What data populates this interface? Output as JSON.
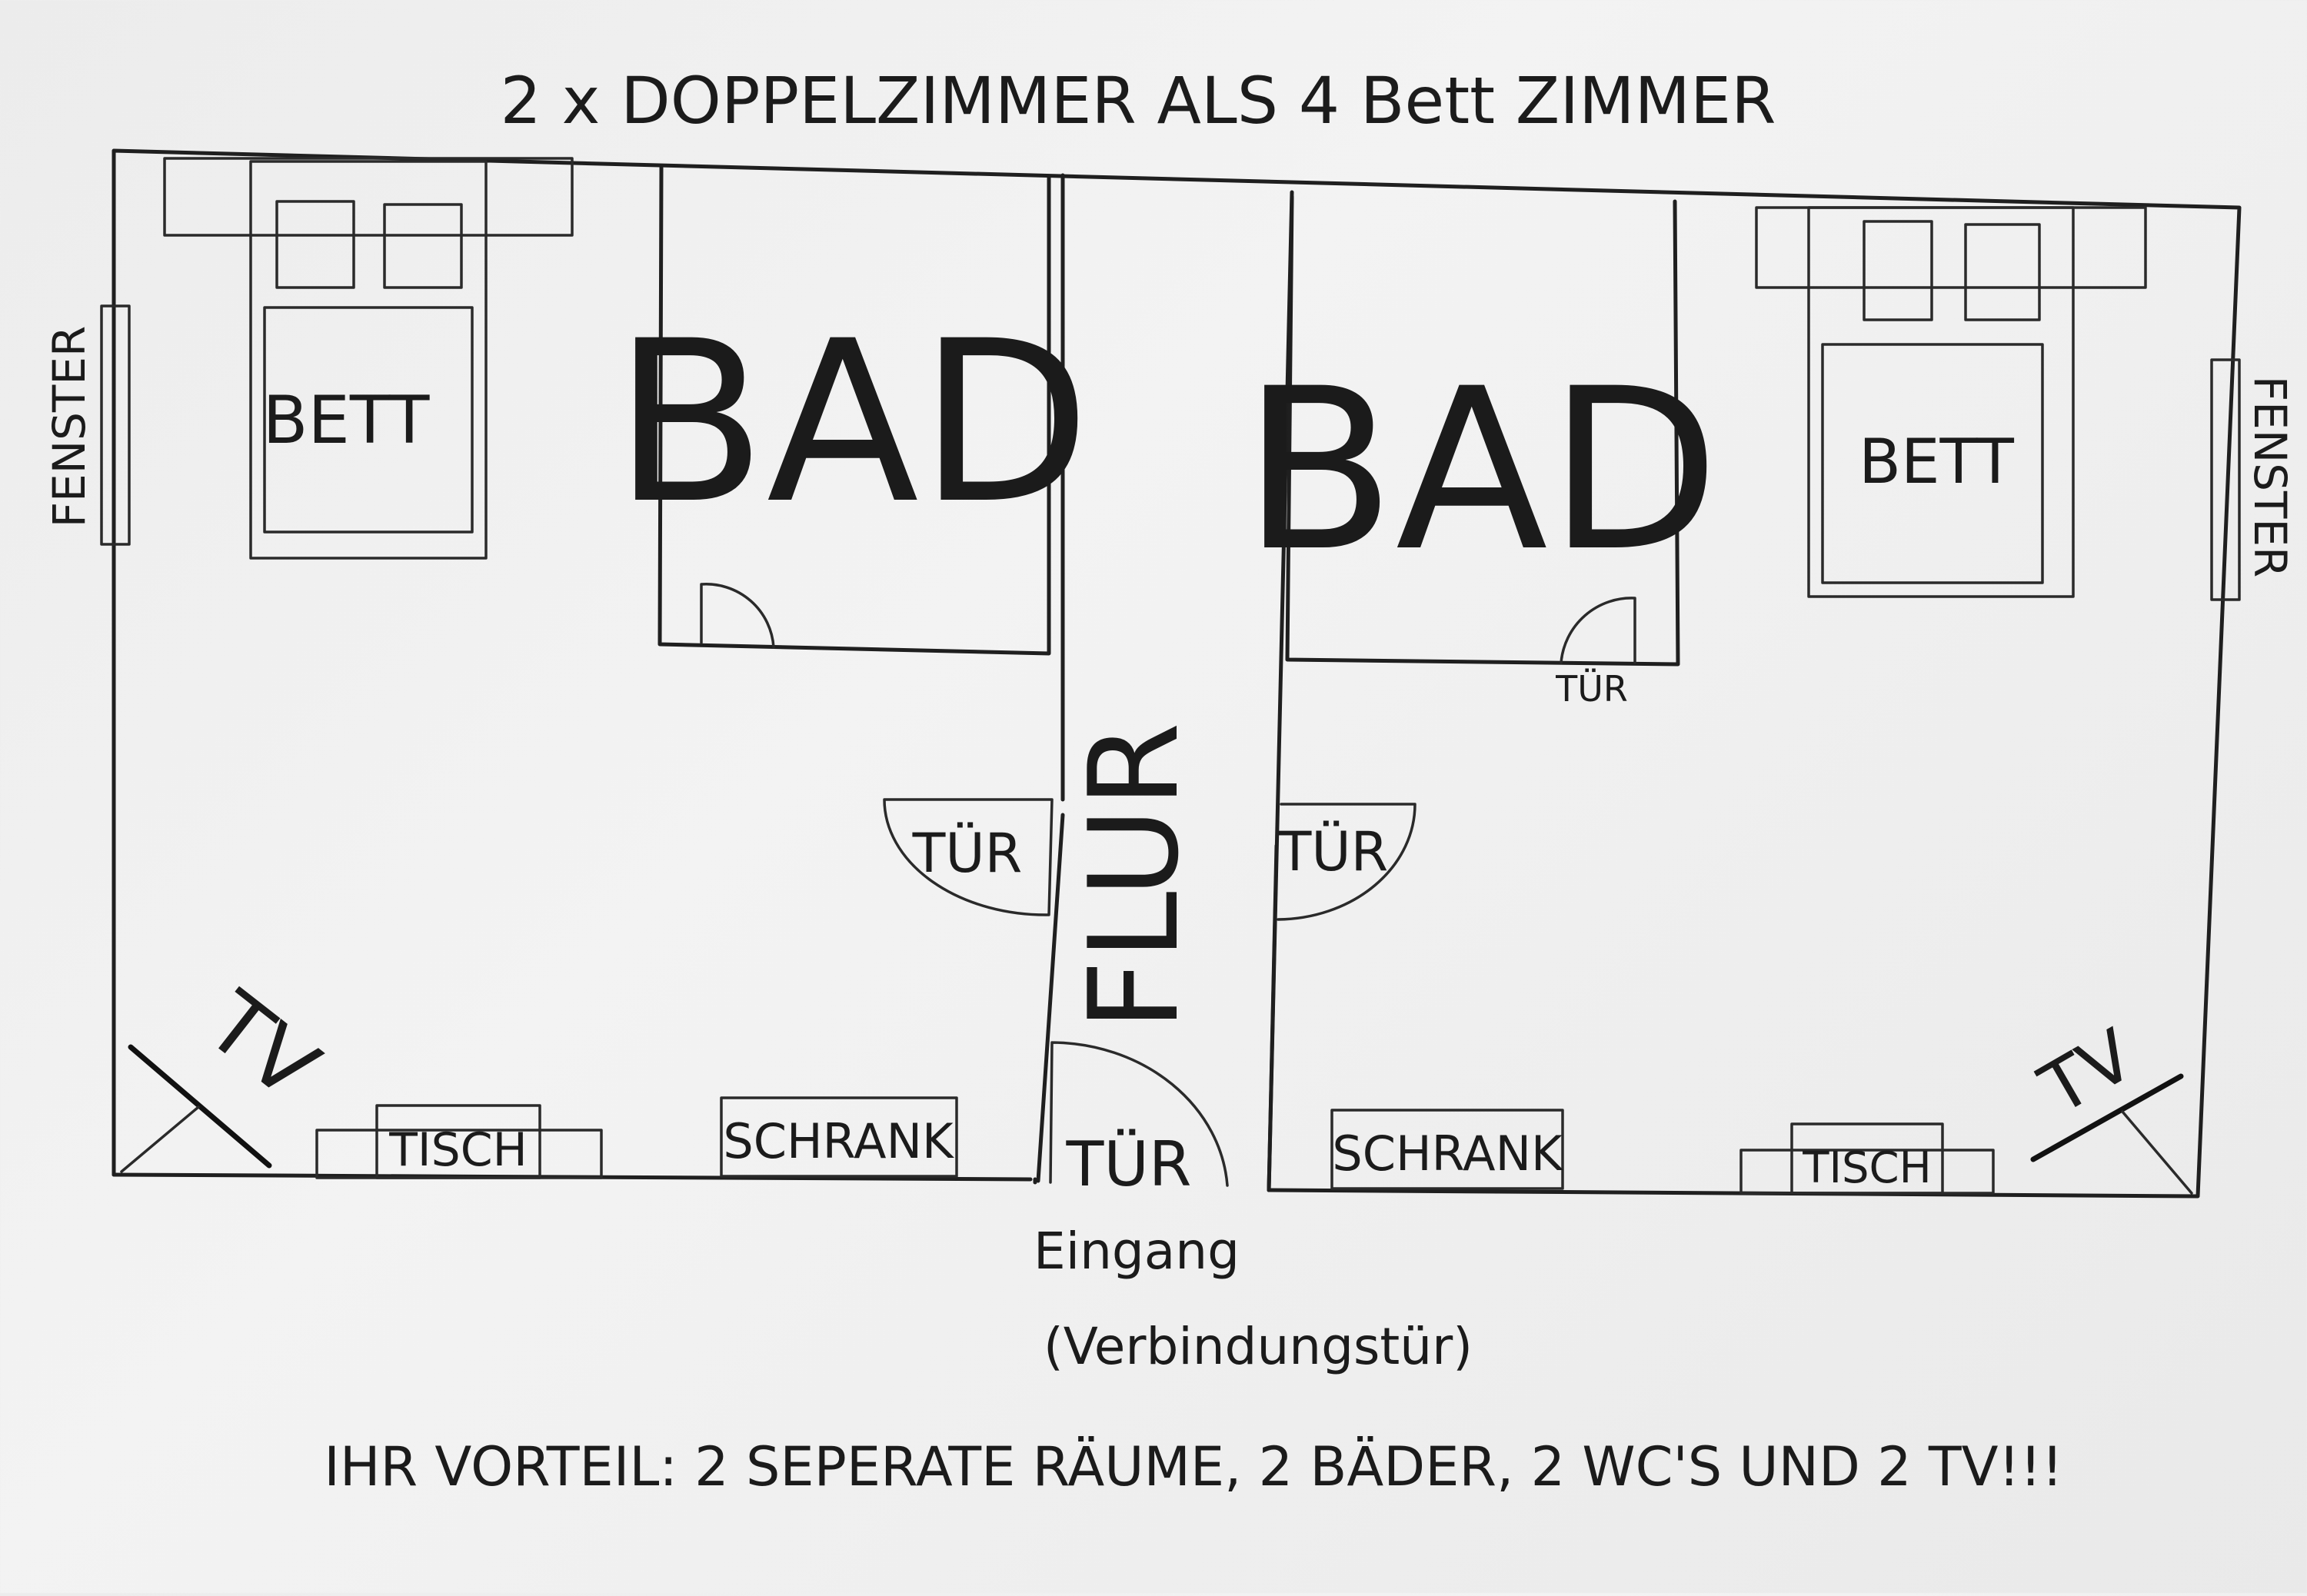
{
  "title": "2 x DOPPELZIMMER ALS 4 Bett ZIMMER",
  "rooms": {
    "left": {
      "window": "FENSTER",
      "bed": "BETT",
      "bath": "BAD",
      "door": "TÜR",
      "tv": "TV",
      "table": "TISCH",
      "wardrobe": "SCHRANK"
    },
    "right": {
      "window": "FENSTER",
      "bed": "BETT",
      "bath": "BAD",
      "bath_door": "TÜR",
      "door": "TÜR",
      "tv": "TV",
      "table": "TISCH",
      "wardrobe": "SCHRANK"
    }
  },
  "hall": {
    "label": "FLUR",
    "door": "TÜR"
  },
  "entrance": {
    "line1": "Eingang",
    "line2": "(Verbindungstür)"
  },
  "footer": "IHR VORTEIL: 2 SEPERATE RÄUME, 2 BÄDER, 2 WC'S UND 2 TV!!!"
}
